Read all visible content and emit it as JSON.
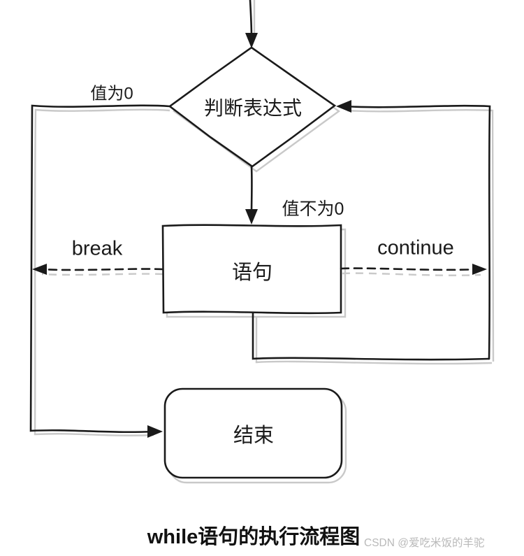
{
  "diagram": {
    "title": "while语句的执行流程图",
    "watermark": "CSDN @爱吃米饭的羊驼",
    "nodes": {
      "condition": {
        "label": "判断表达式",
        "shape": "diamond"
      },
      "statement": {
        "label": "语句",
        "shape": "rectangle"
      },
      "end": {
        "label": "结束",
        "shape": "rounded-rectangle"
      }
    },
    "edges": {
      "zero_branch": {
        "label": "值为0",
        "from": "condition",
        "to": "end",
        "style": "solid"
      },
      "nonzero_branch": {
        "label": "值不为0",
        "from": "condition",
        "to": "statement",
        "style": "solid"
      },
      "break_edge": {
        "label": "break",
        "from": "statement",
        "style": "dashed"
      },
      "continue_edge": {
        "label": "continue",
        "from": "statement",
        "style": "dashed"
      },
      "loop_back": {
        "from": "statement",
        "to": "condition",
        "style": "solid"
      },
      "entry": {
        "from": "top",
        "to": "condition",
        "style": "solid"
      }
    },
    "colors": {
      "stroke": "#1a1a1a",
      "shadow": "#c9c9c9",
      "watermark_color": "#b9b9b9",
      "background": "#ffffff"
    }
  }
}
